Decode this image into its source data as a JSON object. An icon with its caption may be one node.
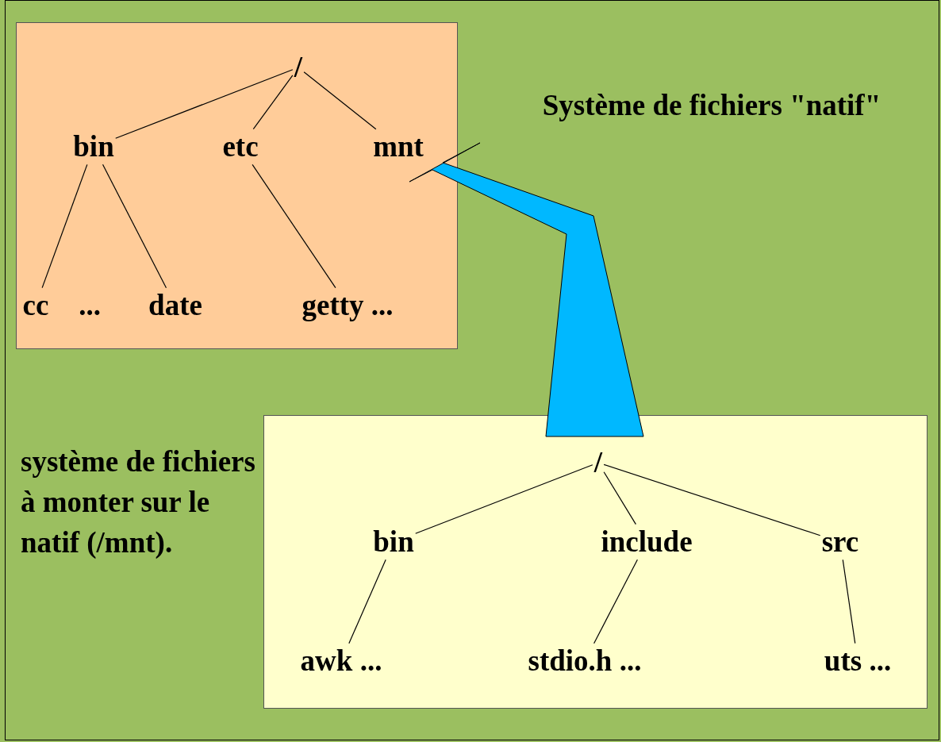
{
  "diagram": {
    "nodes": [
      {
        "text": [],
        "shape": "box"
      },
      {
        "text": [
          "/"
        ],
        "in": 0
      },
      {
        "text": [
          "bin"
        ],
        "in": 0
      },
      {
        "text": [
          "etc"
        ],
        "in": 0
      },
      {
        "text": [
          "mnt"
        ],
        "in": 0
      },
      {
        "text": [
          "cc"
        ],
        "in": 0
      },
      {
        "text": [
          "date"
        ],
        "in": 0
      },
      {
        "text": [
          "getty ..."
        ],
        "in": 0
      },
      {
        "text": [],
        "shape": "box"
      },
      {
        "text": [
          "/"
        ],
        "in": 8
      },
      {
        "text": [
          "bin"
        ],
        "in": 8
      },
      {
        "text": [
          "include"
        ],
        "in": 8
      },
      {
        "text": [
          "src"
        ],
        "in": 8
      },
      {
        "text": [
          "awk ..."
        ],
        "in": 8
      },
      {
        "text": [
          "stdio.h ..."
        ],
        "in": 8
      },
      {
        "text": [
          "uts ..."
        ],
        "in": 8
      }
    ],
    "edges": [
      {
        "from": 1,
        "to": 2,
        "arrow": "none"
      },
      {
        "from": 1,
        "to": 3,
        "arrow": "none"
      },
      {
        "from": 1,
        "to": 4,
        "arrow": "none"
      },
      {
        "from": 2,
        "to": 5,
        "arrow": "none"
      },
      {
        "from": 2,
        "to": 6,
        "arrow": "none"
      },
      {
        "from": 3,
        "to": 7,
        "arrow": "none"
      },
      {
        "from": 9,
        "to": 10,
        "arrow": "none"
      },
      {
        "from": 9,
        "to": 11,
        "arrow": "none"
      },
      {
        "from": 9,
        "to": 12,
        "arrow": "none"
      },
      {
        "from": 10,
        "to": 13,
        "arrow": "none"
      },
      {
        "from": 11,
        "to": 14,
        "arrow": "none"
      },
      {
        "from": 12,
        "to": 15,
        "arrow": "none"
      },
      {
        "from": 8,
        "to": 4,
        "arrow": "to",
        "style": "thick",
        "color": "#00b8ff"
      }
    ],
    "labels": [
      "...",
      "Système de fichiers \"natif\"",
      "système de fichiers à monter sur le natif (/mnt)."
    ]
  }
}
